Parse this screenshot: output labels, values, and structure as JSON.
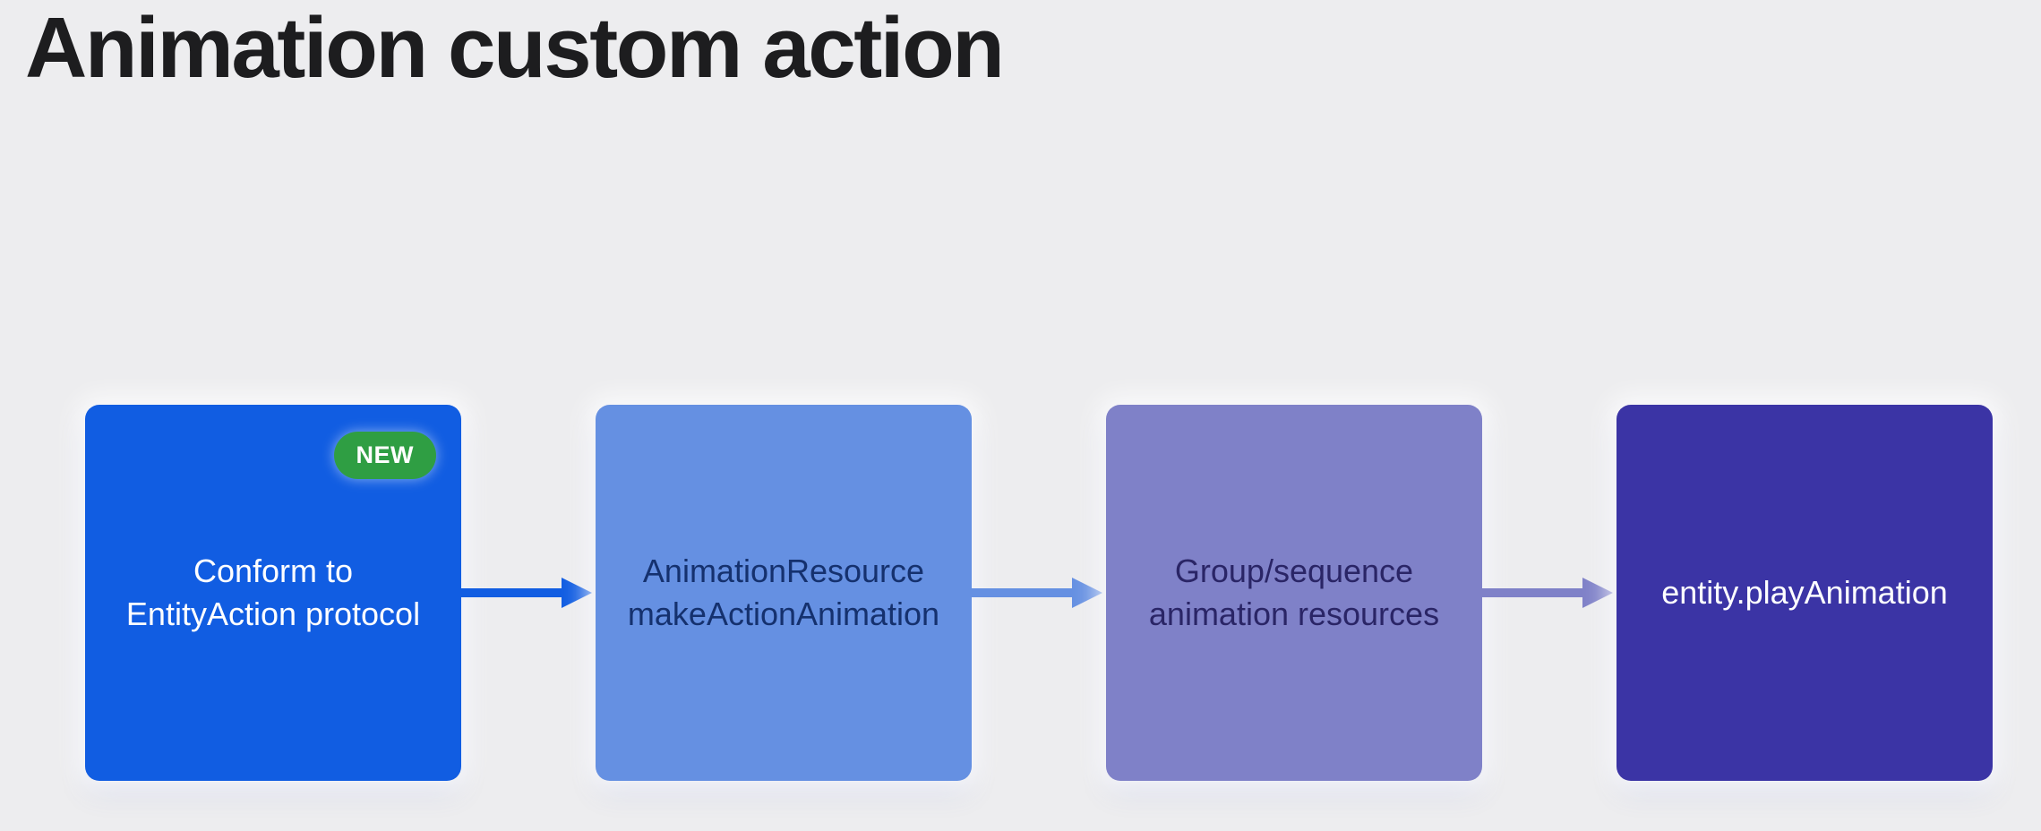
{
  "page": {
    "title": "Animation custom action",
    "background_color": "#ededef",
    "title_color": "#1d1d1f"
  },
  "flow": {
    "nodes": [
      {
        "label": "Conform to EntityAction protocol",
        "label_lines": [
          "Conform to",
          "EntityAction protocol"
        ],
        "bg_color": "#115de2",
        "text_color": "#ffffff",
        "badge": {
          "label": "NEW",
          "bg_color": "#2f9e43",
          "text_color": "#ffffff"
        }
      },
      {
        "label": "AnimationResource makeActionAnimation",
        "label_lines": [
          "AnimationResource",
          "makeActionAnimation"
        ],
        "bg_color": "#6590e2",
        "text_color": "#15316e"
      },
      {
        "label": "Group/sequence animation resources",
        "label_lines": [
          "Group/sequence",
          "animation resources"
        ],
        "bg_color": "#7f81c8",
        "text_color": "#2a2566"
      },
      {
        "label": "entity.playAnimation",
        "label_lines": [
          "entity.playAnimation"
        ],
        "bg_color": "#3b34a5",
        "text_color": "#ffffff"
      }
    ],
    "connectors": [
      {
        "direction": "right",
        "color": "#115de2"
      },
      {
        "direction": "right",
        "color": "#6590e2"
      },
      {
        "direction": "right",
        "color": "#7f81c8"
      }
    ]
  }
}
